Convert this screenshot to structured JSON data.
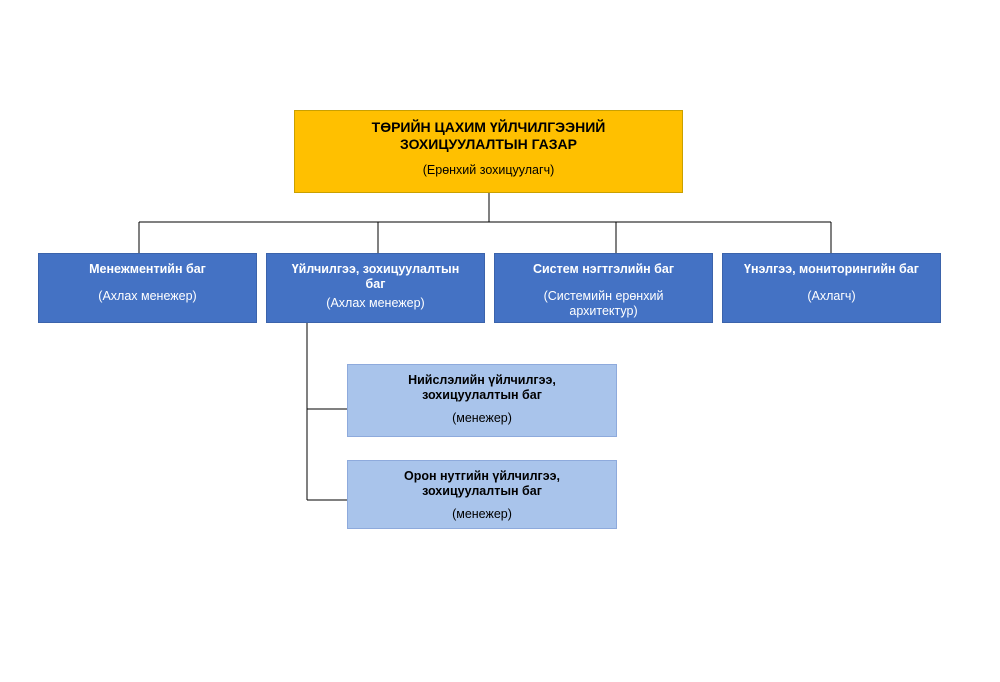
{
  "root": {
    "title_line1": "ТӨРИЙН ЦАХИМ ҮЙЛЧИЛГЭЭНИЙ",
    "title_line2": "ЗОХИЦУУЛАЛТЫН ГАЗАР",
    "role": "(Ерөнхий зохицуулагч)",
    "color": "#ffc000"
  },
  "teams": [
    {
      "title": "Менежментийн баг",
      "role": "(Ахлах менежер)"
    },
    {
      "title_line1": "Үйлчилгээ, зохицуулалтын",
      "title_line2": "баг",
      "role": "(Ахлах менежер)"
    },
    {
      "title": "Систем нэгтгэлийн баг",
      "role_line1": "(Системийн ерөнхий",
      "role_line2": "архитектур)"
    },
    {
      "title": "Үнэлгээ, мониторингийн баг",
      "role": "(Ахлагч)"
    }
  ],
  "sub_teams": [
    {
      "title_line1": "Нийслэлийн үйлчилгээ,",
      "title_line2": "зохицуулалтын баг",
      "role": "(менежер)"
    },
    {
      "title_line1": "Орон нутгийн үйлчилгээ,",
      "title_line2": "зохицуулалтын баг",
      "role": "(менежер)"
    }
  ],
  "colors": {
    "team_box": "#4472c4",
    "sub_team_box": "#a9c4eb",
    "connector": "#000000"
  }
}
